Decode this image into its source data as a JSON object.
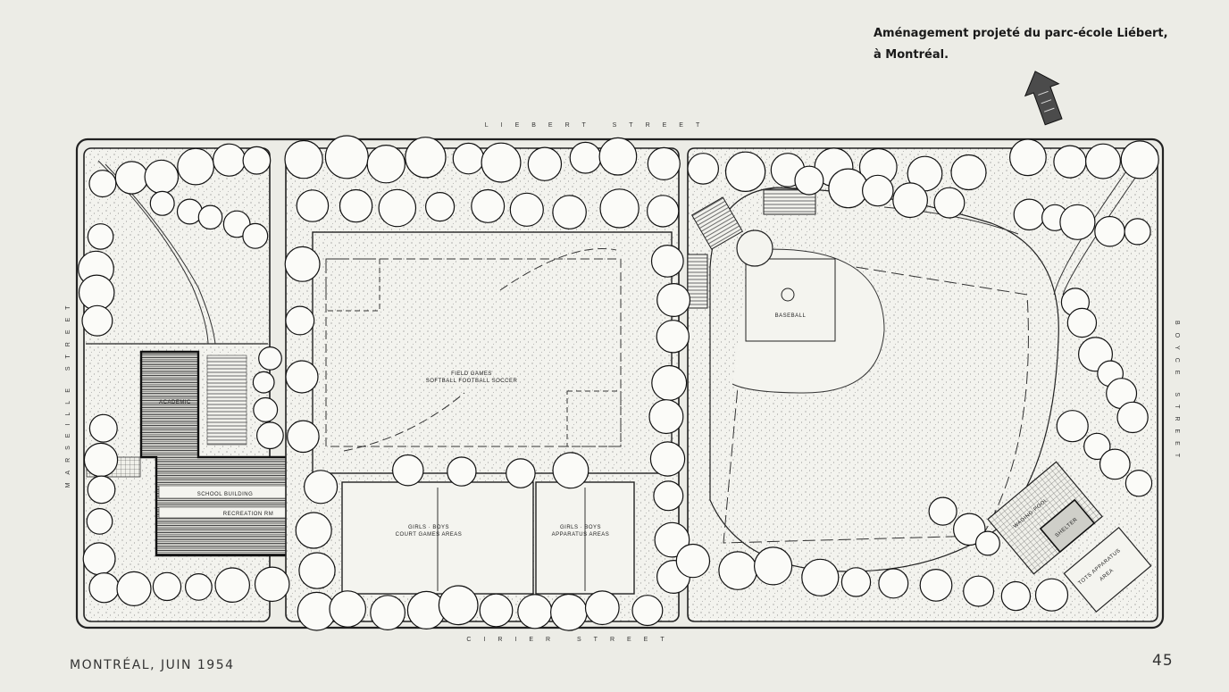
{
  "caption": {
    "line1": "Aménagement projeté du parc-école Liébert,",
    "line2": "à Montréal."
  },
  "footer": {
    "left": "MONTRÉAL, JUIN 1954",
    "page_number": "45"
  },
  "plan": {
    "streets": {
      "north": "LIEBERT STREET",
      "south": "CIRIER STREET",
      "west": "MARSEILLE STREET",
      "east": "BOYCE STREET"
    },
    "areas": {
      "academic": "ACADEMIC",
      "school_building": "SCHOOL BUILDING",
      "recreation_rm": "RECREATION RM",
      "field_games_1": "FIELD GAMES",
      "field_games_2": "SOFTBALL  FOOTBALL  SOCCER",
      "court_games_1": "GIRLS · BOYS",
      "court_games_2": "COURT GAMES AREAS",
      "apparatus_1": "GIRLS · BOYS",
      "apparatus_2": "APPARATUS AREAS",
      "baseball": "BASEBALL",
      "wading_pool": "WADING POOL",
      "shelter": "SHELTER",
      "tots_1": "TOTS APPARATUS",
      "tots_2": "AREA"
    },
    "icons": {
      "north_arrow": "north-arrow-icon"
    }
  }
}
